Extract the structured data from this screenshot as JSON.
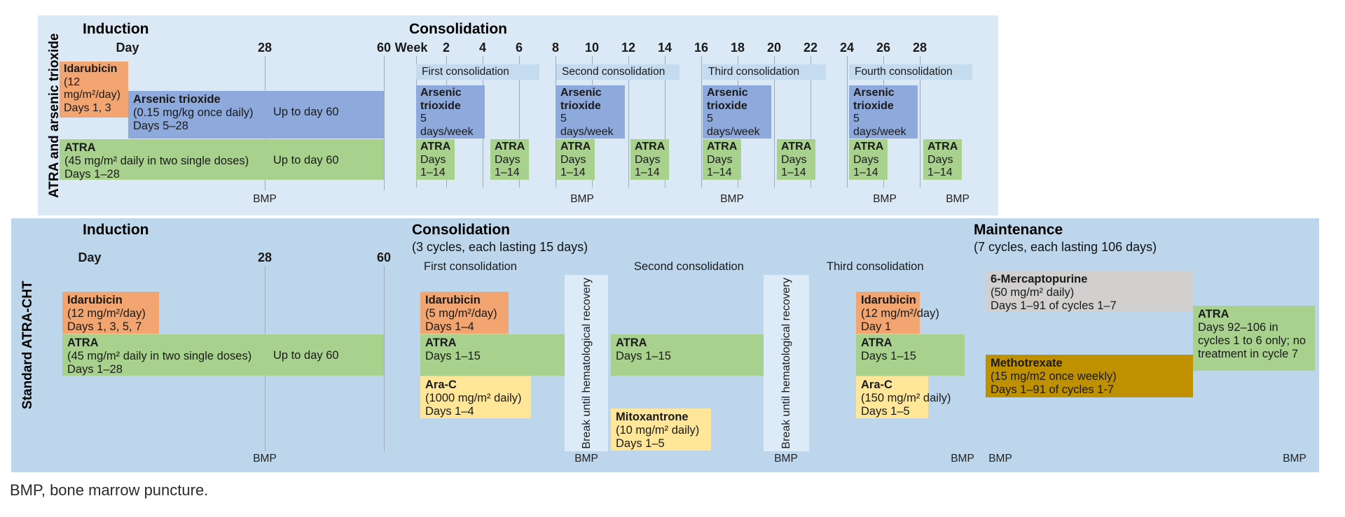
{
  "footnote": "BMP, bone marrow puncture.",
  "bmp_label": "BMP",
  "colors": {
    "top_panel_bg": "#dbe8f5",
    "bottom_panel_bg": "#bdd6ec",
    "idarubicin_box": "#f3a571",
    "arsenic_box": "#8ea9db",
    "atra_box": "#a9d18e",
    "arac_box": "#ffe699",
    "mercaptopurine_box": "#d2cfcf",
    "methotrexate_box": "#bf9000",
    "cycle_band": "#c4dbf0",
    "break_bar": "#dcebf7"
  },
  "top_panel": {
    "side_label": "ATRA and arsenic trioxide",
    "induction": {
      "title": "Induction",
      "axis_label": "Day",
      "tick_28": "28",
      "tick_60": "60",
      "idarubicin": {
        "name": "Idarubicin",
        "dose": "(12 mg/m²/day)",
        "days": "Days 1, 3"
      },
      "arsenic": {
        "name": "Arsenic trioxide",
        "dose": "(0.15 mg/kg once daily) Days 5–28",
        "extension": "Up to day 60"
      },
      "atra": {
        "name": "ATRA",
        "dose": "(45 mg/m² daily in two single doses)",
        "days": "Days 1–28",
        "extension": "Up to day 60"
      }
    },
    "consolidation": {
      "title": "Consolidation",
      "axis_label": "Week",
      "weeks": [
        "2",
        "4",
        "6",
        "8",
        "10",
        "12",
        "14",
        "16",
        "18",
        "20",
        "22",
        "24",
        "26",
        "28"
      ],
      "cycles": [
        {
          "label": "First consolidation",
          "arsenic_name": "Arsenic trioxide",
          "arsenic_schedule": "5 days/week",
          "atra_name": "ATRA",
          "atra_days": "Days 1–14"
        },
        {
          "label": "Second consolidation",
          "arsenic_name": "Arsenic trioxide",
          "arsenic_schedule": "5 days/week",
          "atra_name": "ATRA",
          "atra_days": "Days 1–14"
        },
        {
          "label": "Third consolidation",
          "arsenic_name": "Arsenic trioxide",
          "arsenic_schedule": "5 days/week",
          "atra_name": "ATRA",
          "atra_days": "Days 1–14"
        },
        {
          "label": "Fourth consolidation",
          "arsenic_name": "Arsenic trioxide",
          "arsenic_schedule": "5 days/week",
          "atra_name": "ATRA",
          "atra_days": "Days 1–14"
        }
      ]
    }
  },
  "bottom_panel": {
    "side_label": "Standard ATRA-CHT",
    "induction": {
      "title": "Induction",
      "axis_label": "Day",
      "tick_28": "28",
      "tick_60": "60",
      "idarubicin": {
        "name": "Idarubicin",
        "dose": "(12 mg/m²/day)",
        "days": "Days 1, 3, 5, 7"
      },
      "atra": {
        "name": "ATRA",
        "dose": "(45 mg/m² daily in two single doses)",
        "days": "Days 1–28",
        "extension": "Up to day 60"
      }
    },
    "consolidation": {
      "title": "Consolidation",
      "subtitle": "(3 cycles, each lasting 15 days)",
      "cycle1": {
        "label": "First consolidation",
        "idarubicin": {
          "name": "Idarubicin",
          "dose": "(5 mg/m²/day)",
          "days": "Days 1–4"
        },
        "atra": {
          "name": "ATRA",
          "days": "Days 1–15"
        },
        "arac": {
          "name": "Ara-C",
          "dose": "(1000 mg/m² daily)",
          "days": "Days 1–4"
        }
      },
      "break1": "Break until hematological recovery",
      "cycle2": {
        "label": "Second consolidation",
        "atra": {
          "name": "ATRA",
          "days": "Days 1–15"
        },
        "mitoxantrone": {
          "name": "Mitoxantrone",
          "dose": "(10 mg/m² daily)",
          "days": "Days 1–5"
        }
      },
      "break2": "Break until hematological recovery",
      "cycle3": {
        "label": "Third consolidation",
        "idarubicin": {
          "name": "Idarubicin",
          "dose": "(12 mg/m²/day)",
          "days": "Day 1"
        },
        "atra": {
          "name": "ATRA",
          "days": "Days 1–15"
        },
        "arac": {
          "name": "Ara-C",
          "dose": "(150 mg/m² daily)",
          "days": "Days 1–5"
        }
      }
    },
    "maintenance": {
      "title": "Maintenance",
      "subtitle": "(7 cycles, each lasting 106 days)",
      "mercaptopurine": {
        "name": "6-Mercaptopurine",
        "dose": "(50 mg/m² daily)",
        "days": "Days 1–91 of cycles 1–7"
      },
      "methotrexate": {
        "name": "Methotrexate",
        "dose": "(15 mg/m2 once weekly)",
        "days": "Days 1–91 of cycles 1-7"
      },
      "atra": {
        "name": "ATRA",
        "days": "Days 92–106 in cycles 1 to 6 only; no treatment in cycle 7"
      }
    }
  }
}
